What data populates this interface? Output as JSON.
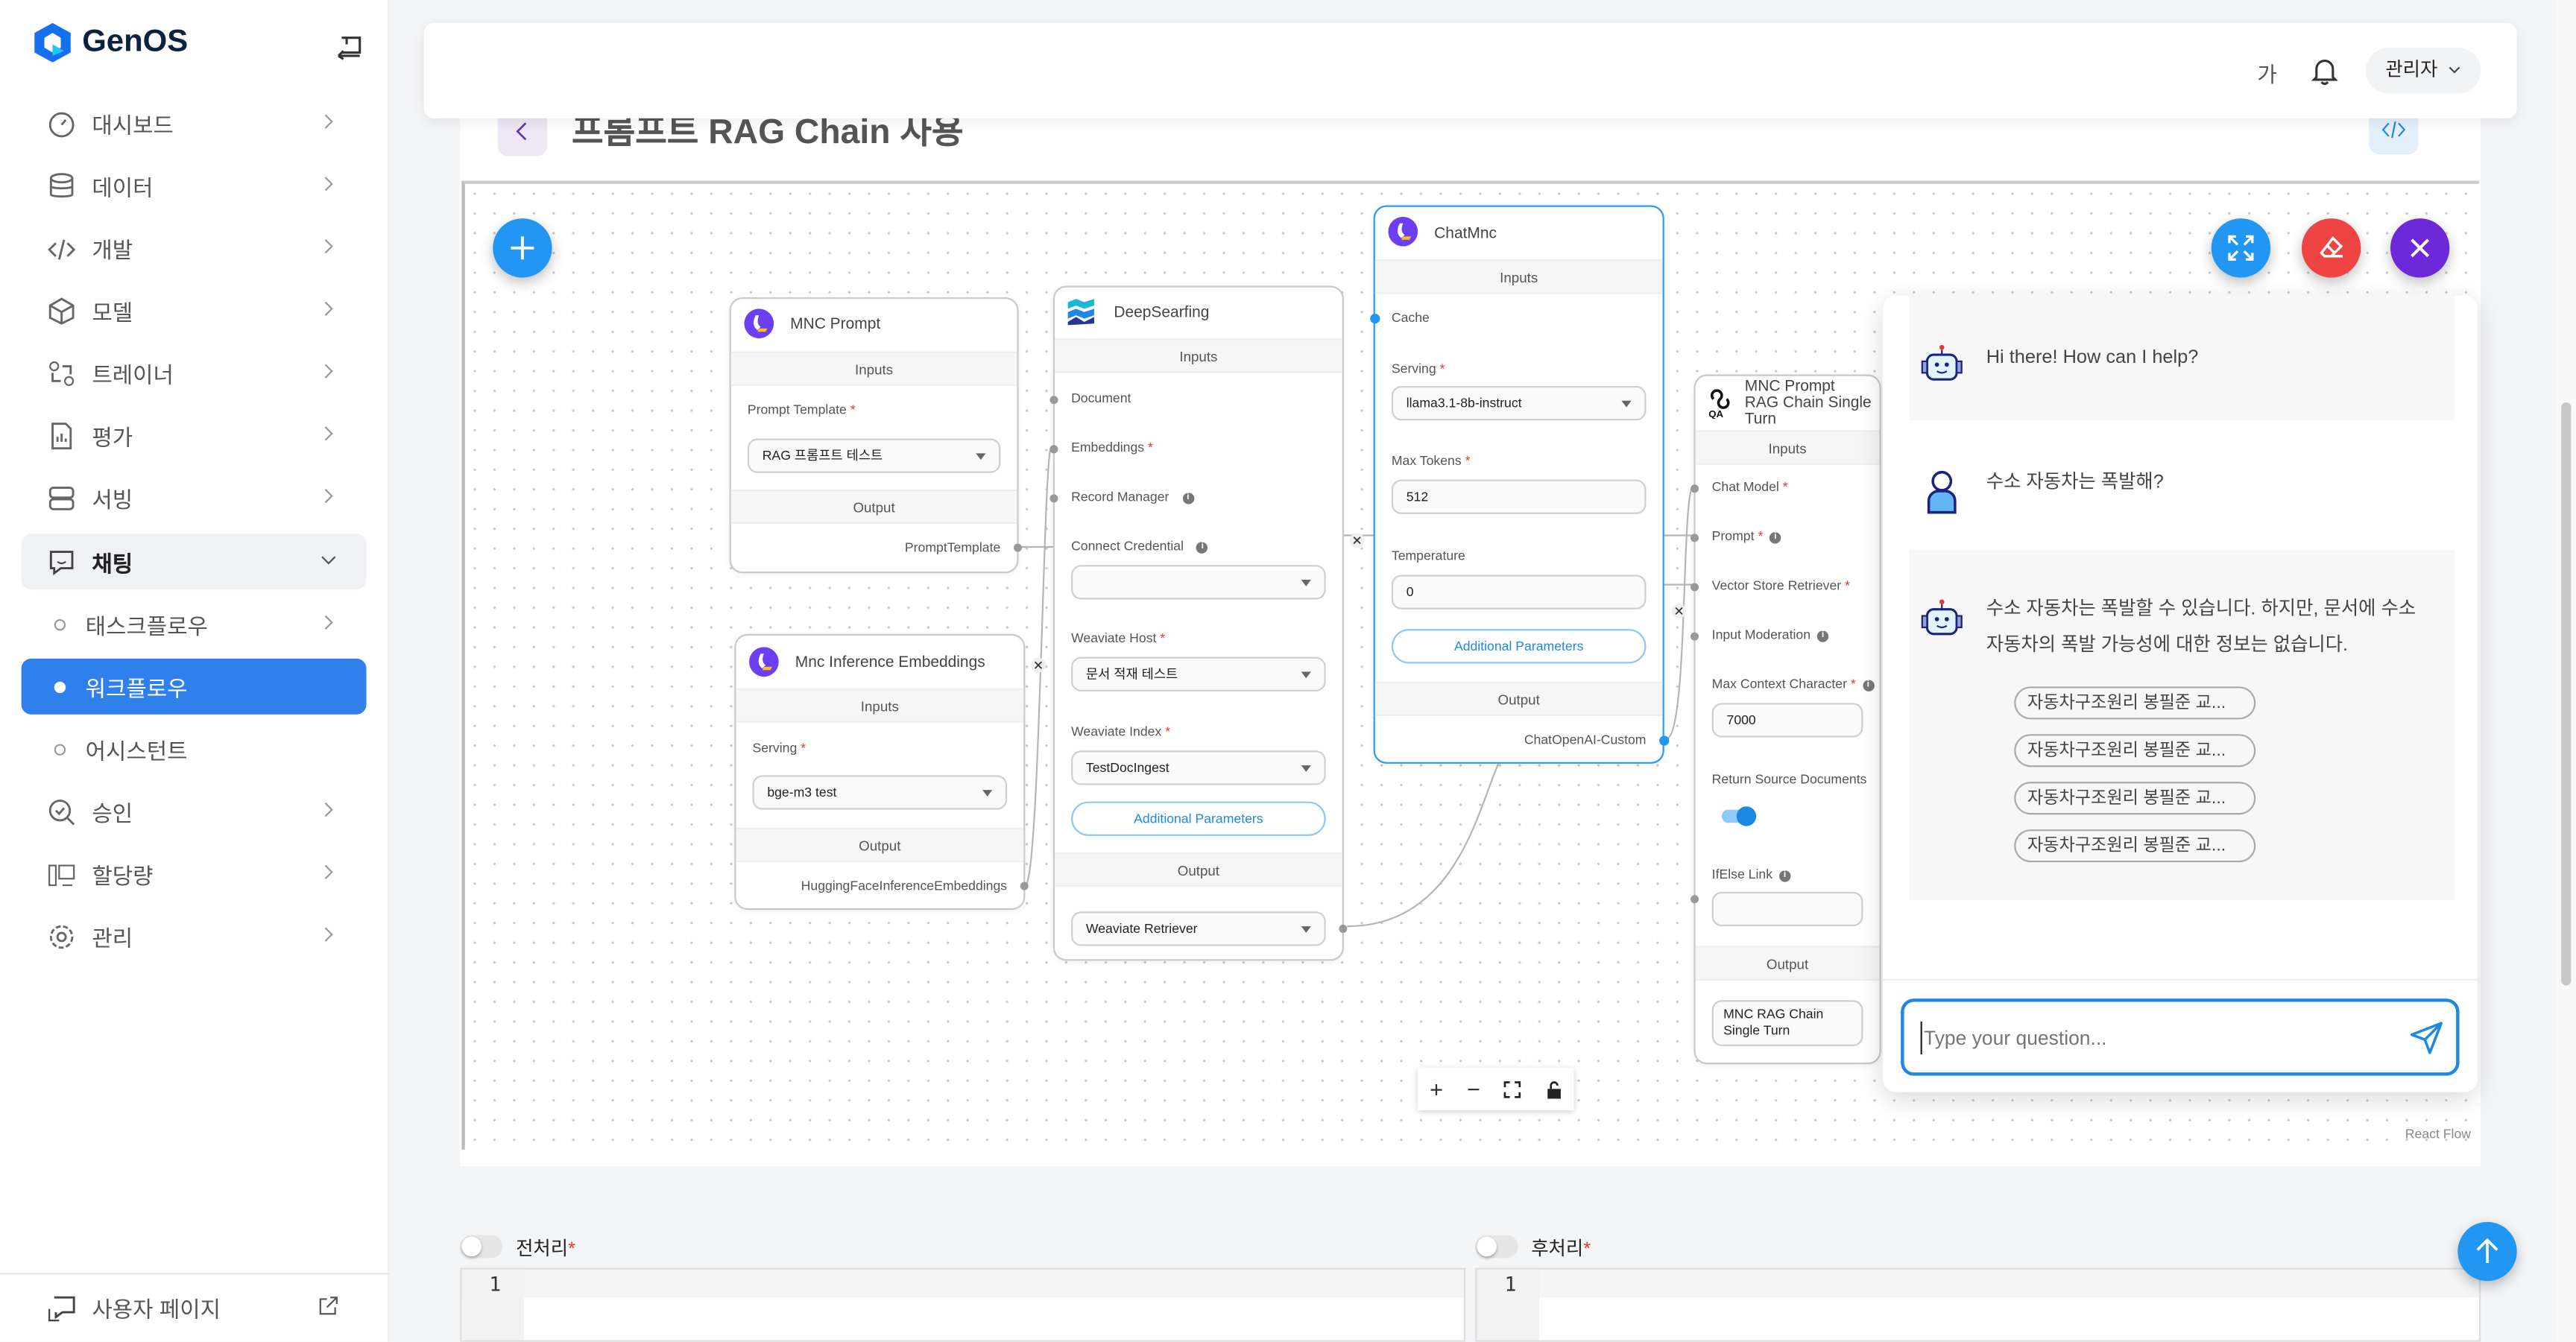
{
  "app": {
    "brand": "GenOS"
  },
  "sidebar": {
    "items": [
      {
        "label": "대시보드",
        "icon": "gauge-icon"
      },
      {
        "label": "데이터",
        "icon": "database-icon"
      },
      {
        "label": "개발",
        "icon": "code-icon"
      },
      {
        "label": "모델",
        "icon": "cube-icon"
      },
      {
        "label": "트레이너",
        "icon": "trainer-icon"
      },
      {
        "label": "평가",
        "icon": "report-icon"
      },
      {
        "label": "서빙",
        "icon": "server-icon"
      },
      {
        "label": "채팅",
        "icon": "chat-icon"
      },
      {
        "label": "태스크플로우"
      },
      {
        "label": "워크플로우"
      },
      {
        "label": "어시스턴트"
      },
      {
        "label": "승인",
        "icon": "approval-icon"
      },
      {
        "label": "할당량",
        "icon": "quota-icon"
      },
      {
        "label": "관리",
        "icon": "settings-icon"
      }
    ],
    "footer": "사용자 페이지"
  },
  "header": {
    "font_btn": "가",
    "user": "관리자"
  },
  "page": {
    "title": "프롬프트 RAG Chain 사용",
    "watermark": "React Flow"
  },
  "nodes": {
    "mnc_prompt": {
      "title": "MNC Prompt",
      "inputs": "Inputs",
      "f1": "Prompt Template",
      "v1": "RAG 프롬프트 테스트",
      "output": "Output",
      "out": "PromptTemplate"
    },
    "emb": {
      "title": "Mnc Inference Embeddings",
      "inputs": "Inputs",
      "f1": "Serving",
      "v1": "bge-m3 test",
      "output": "Output",
      "out": "HuggingFaceInferenceEmbeddings"
    },
    "deep": {
      "title": "DeepSearfing",
      "inputs": "Inputs",
      "f1": "Document",
      "f2": "Embeddings",
      "f3": "Record Manager",
      "f4": "Connect Credential",
      "v4": "",
      "f5": "Weaviate Host",
      "v5": "문서 적재 테스트",
      "f6": "Weaviate Index",
      "v6": "TestDocIngest",
      "btn": "Additional Parameters",
      "output": "Output",
      "v7": "Weaviate Retriever"
    },
    "chat": {
      "title": "ChatMnc",
      "inputs": "Inputs",
      "f1": "Cache",
      "f2": "Serving",
      "v2": "llama3.1-8b-instruct",
      "f3": "Max Tokens",
      "v3": "512",
      "f4": "Temperature",
      "v4": "0",
      "btn": "Additional Parameters",
      "output": "Output",
      "out": "ChatOpenAI-Custom"
    },
    "rag": {
      "title1": "MNC Prompt RAG Chain Single",
      "title2": "Turn",
      "inputs": "Inputs",
      "f1": "Chat Model",
      "f2": "Prompt",
      "f3": "Vector Store Retriever",
      "f4": "Input Moderation",
      "f5": "Max Context Character",
      "v5": "7000",
      "f6": "Return Source Documents",
      "toggle_on": true,
      "f7": "IfElse Link",
      "v7": "",
      "output": "Output",
      "v8": "MNC RAG Chain Single Turn"
    }
  },
  "chatbox": {
    "messages": [
      {
        "role": "bot",
        "text": "Hi there! How can I help?"
      },
      {
        "role": "user",
        "text": "수소 자동차는 폭발해?"
      },
      {
        "role": "bot",
        "text": "수소 자동차는 폭발할 수 있습니다. 하지만, 문서에 수소 자동차의 폭발 가능성에 대한 정보는 없습니다.",
        "sources": [
          "자동차구조원리  봉필준  교...",
          "자동차구조원리  봉필준  교...",
          "자동차구조원리  봉필준  교...",
          "자동차구조원리  봉필준  교..."
        ]
      }
    ],
    "placeholder": "Type your question..."
  },
  "bottom": {
    "pre": "전처리",
    "post": "후처리",
    "line": "1"
  },
  "colors": {
    "accent": "#2f80ed",
    "red": "#ef4444",
    "purple": "#6d28d9"
  }
}
